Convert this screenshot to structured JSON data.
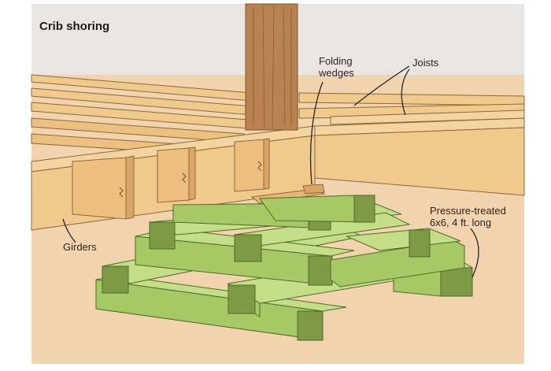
{
  "figure": {
    "title": "Crib shoring",
    "labels": {
      "folding_wedges_line1": "Folding",
      "folding_wedges_line2": "wedges",
      "joists": "Joists",
      "girders": "Girders",
      "timber_line1": "Pressure-treated",
      "timber_line2": "6x6, 4 ft. long"
    },
    "colors": {
      "ground": "#f1d3ad",
      "wall": "#e9e5e3",
      "wood": "#f0c98c",
      "wood_dark": "#d9a665",
      "post": "#b88350",
      "timber_top": "#b9d87a",
      "timber_side": "#9fc35e",
      "timber_end": "#7f9a45"
    }
  }
}
